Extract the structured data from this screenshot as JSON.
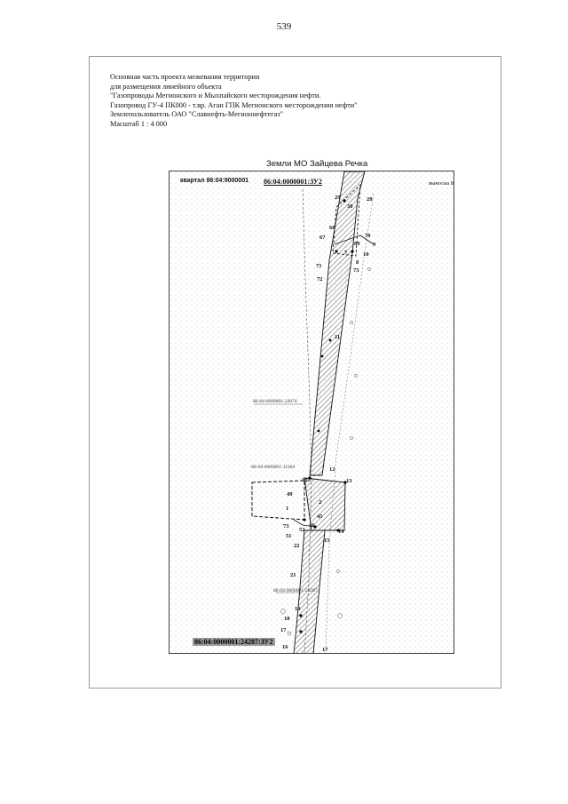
{
  "page_number": "539",
  "header": {
    "line1": "Основная часть проекта межевания территории",
    "line2": "для размещения линейного объекта",
    "line3": "\"Газопроводы Мегионского и Мыхпайского месторождения нефти.",
    "line4": "Газопровод ГУ-4 ПК000 - т.вр. Аган ГПК Мегионского месторождения нефти\"",
    "line5": "Землепользователь  ОАО \"Славнефть-Мегионнефтегаз\"",
    "line6": "Масштаб 1 : 4 000"
  },
  "map": {
    "title": "Земли МО Зайцева Речка",
    "kvartal": "квартал 86:04:9000001",
    "zu2_top": "86:04:0000001:ЗУ2",
    "vynoska": "выноска 8",
    "cad_1": "86:04:0000001:23074",
    "cad_2": "86:04:0000001:11364",
    "cad_3": "86:04:0000001:24287",
    "zu2_bottom": "86:04:0000001:24287:ЗУ2",
    "points": {
      "p29": "29",
      "p28": "28",
      "p30": "30",
      "p68": "68",
      "p67": "67",
      "p70": "70",
      "p69": "69",
      "p9": "9",
      "p7": "7",
      "p10": "10",
      "p71": "71",
      "p8": "8",
      "p73": "73",
      "p72": "72",
      "p11": "11",
      "p12": "12",
      "p103": "103",
      "p13": "13",
      "p49": "49",
      "p1": "1",
      "p2": "2",
      "p73b": "73",
      "p45": "45",
      "p46": "46",
      "p14": "14",
      "p51": "51",
      "p52": "52",
      "p15": "15",
      "p22": "22",
      "p21": "21",
      "p19": "19",
      "p18": "18",
      "p17a": "17",
      "p16": "16",
      "p17b": "17"
    }
  }
}
